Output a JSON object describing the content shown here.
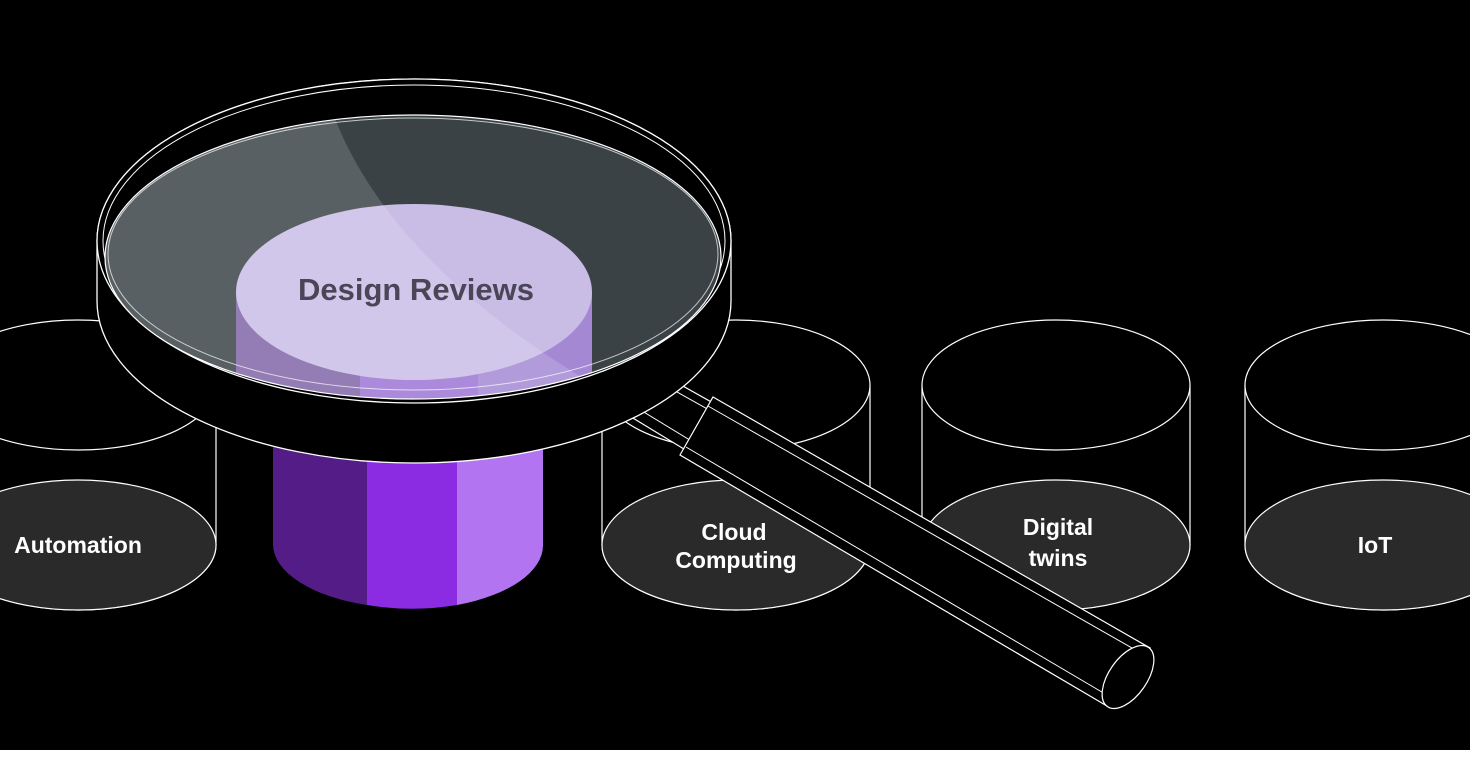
{
  "diagram": {
    "focus_topic": "Design Reviews",
    "topics": [
      {
        "id": "automation",
        "lines": [
          "Automation"
        ]
      },
      {
        "id": "cloud-computing",
        "lines": [
          "Cloud",
          "Computing"
        ]
      },
      {
        "id": "digital-twins",
        "lines": [
          "Digital",
          "twins"
        ]
      },
      {
        "id": "iot",
        "lines": [
          "IoT"
        ]
      }
    ]
  },
  "colors": {
    "background": "#000000",
    "outline": "#ffffff",
    "disk_fill": "#2a2a2a",
    "purple_dark": "#531c86",
    "purple_mid": "#8b2be2",
    "purple_light": "#b274f0",
    "lens_top": "#c9bde6",
    "glass": "#3a4246"
  }
}
